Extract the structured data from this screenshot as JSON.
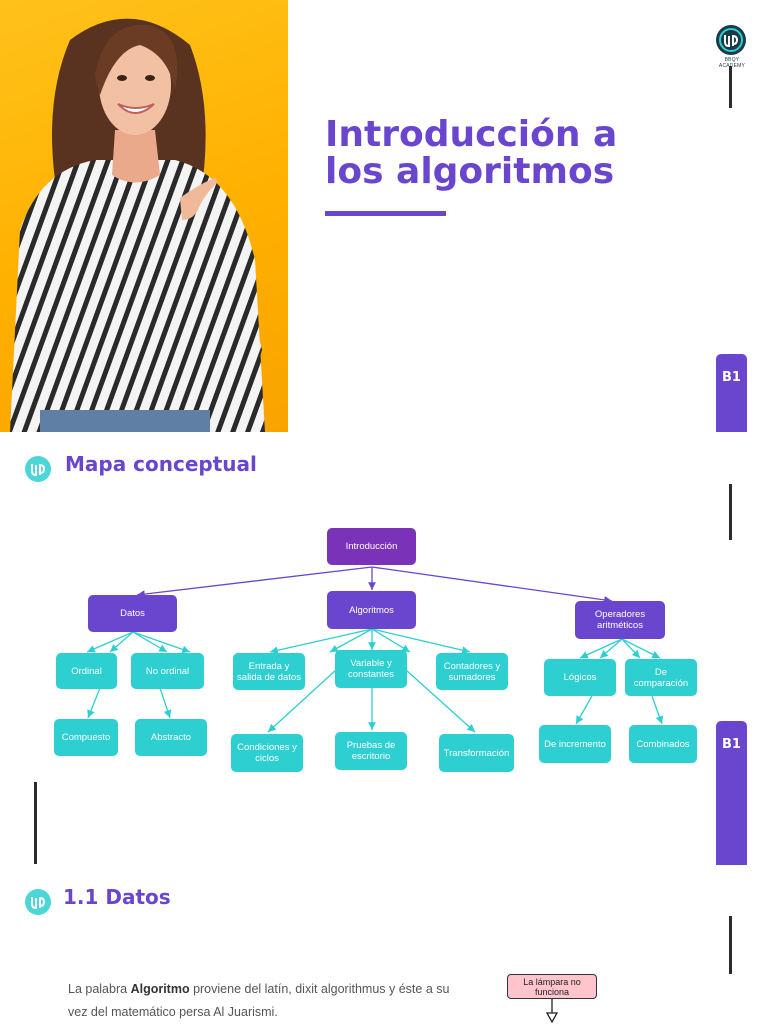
{
  "slide1": {
    "title_line1": "Introducción a",
    "title_line2": "los algoritmos",
    "badge": "B1",
    "logo_text_line1": "BBQY",
    "logo_text_line2": "ACADEMY"
  },
  "slide2": {
    "section_title": "Mapa conceptual",
    "badge": "B1",
    "map": {
      "root": "Introducción",
      "datos": "Datos",
      "algoritmos": "Algoritmos",
      "operadores": "Operadores aritméticos",
      "ordinal": "Ordinal",
      "no_ordinal": "No ordinal",
      "compuesto": "Compuesto",
      "abstracto": "Abstracto",
      "entrada": "Entrada y salida de datos",
      "variable": "Variable y constantes",
      "contadores": "Contadores y sumadores",
      "condiciones": "Condiciones y ciclos",
      "pruebas": "Pruebas de escritorio",
      "transformacion": "Transformación",
      "logicos": "Lógicos",
      "comparacion": "De comparación",
      "incremento": "De incremento",
      "combinados": "Combinados"
    }
  },
  "slide3": {
    "section_title": "1.1 Datos",
    "text_pre": "La palabra ",
    "text_bold": "Algoritmo",
    "text_post": " proviene del latín, dixit algorithmus y éste a su vez del matemático persa Al Juarismi.",
    "flow_box": "La lámpara no funciona"
  },
  "colors": {
    "brand_purple": "#6a46cf",
    "root_violet": "#7a33b8",
    "node_teal": "#2ecfd1",
    "hero_yellow": "#ffb000",
    "flow_pink": "#ffc4cc"
  }
}
